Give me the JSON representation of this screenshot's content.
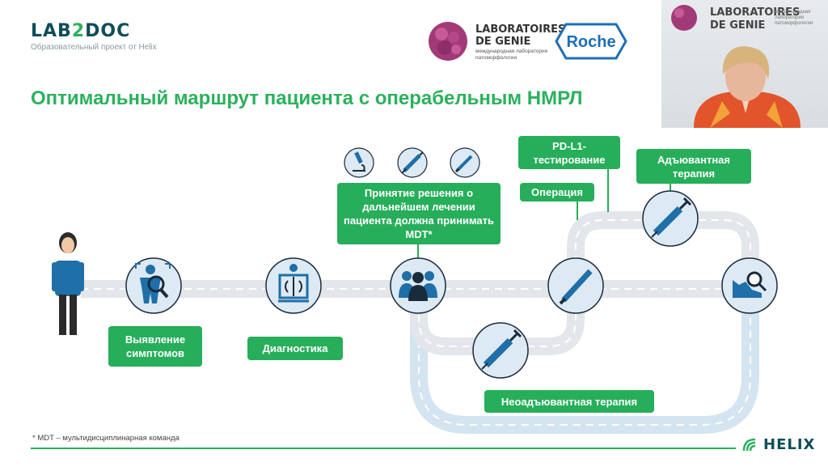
{
  "header": {
    "lab_logo_a": "LAB",
    "lab_logo_2": "2",
    "lab_logo_b": "DOC",
    "lab_subtitle": "Образовательный проект от Helix",
    "genie_name": "LABORATOIRES DE GENIE",
    "genie_subtitle": "международная лаборатория патоморфологии",
    "roche": "Roche"
  },
  "video": {
    "genie_name": "LABORATOIRES DE GENIE",
    "genie_subtitle": "международная лаборатория патоморфологии"
  },
  "title": "Оптимальный маршрут пациента с операбельным НМРЛ",
  "steps": {
    "symptoms": "Выявление симптомов",
    "diagnostics": "Диагностика",
    "mdt_decision": "Принятие решения о дальнейшем лечении пациента должна принимать MDT*",
    "operation": "Операция",
    "pdl1": "PD-L1-тестирование",
    "adjuvant": "Адъювантная терапия",
    "neoadjuvant": "Неоадъювантная терапия"
  },
  "icons": [
    "patient-person-icon",
    "symptoms-scan-icon",
    "xray-icon",
    "microscope-icon",
    "syringe-icon",
    "scalpel-icon",
    "team-icon",
    "scalpel-icon",
    "syringe-icon",
    "syringe-icon",
    "chart-search-icon"
  ],
  "footnote": "* MDT – мультидисциплинарная команда",
  "footer_brand": "HELIX",
  "colors": {
    "green": "#27ae5a",
    "icon_blue": "#1f6fa8",
    "circle_fill": "#dde9f3",
    "road_gray": "#e3e6ea",
    "road_blue": "#dbe8f3"
  }
}
